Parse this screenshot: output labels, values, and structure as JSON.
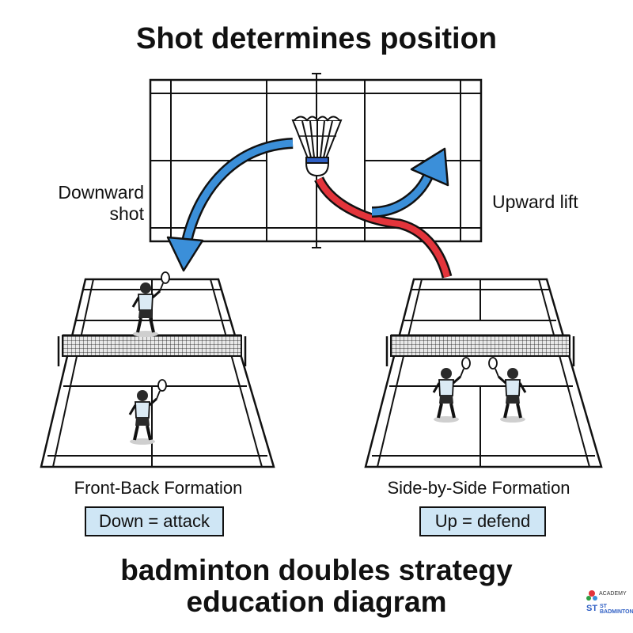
{
  "title": "Shot determines position",
  "labels": {
    "downward_line1": "Downward",
    "downward_line2": "shot",
    "upward": "Upward lift"
  },
  "formations": [
    {
      "name": "Front-Back Formation",
      "badge": "Down = attack"
    },
    {
      "name": "Side-by-Side Formation",
      "badge": "Up = defend"
    }
  ],
  "footer": {
    "line1": "badminton doubles strategy",
    "line2": "education diagram"
  },
  "logo": {
    "line1": "ACADEMY",
    "line2": "ST BADMINTON"
  },
  "colors": {
    "down_arrow": "#3b8fd9",
    "up_arrow": "#e3343b",
    "badge_bg": "#cfe6f5"
  }
}
